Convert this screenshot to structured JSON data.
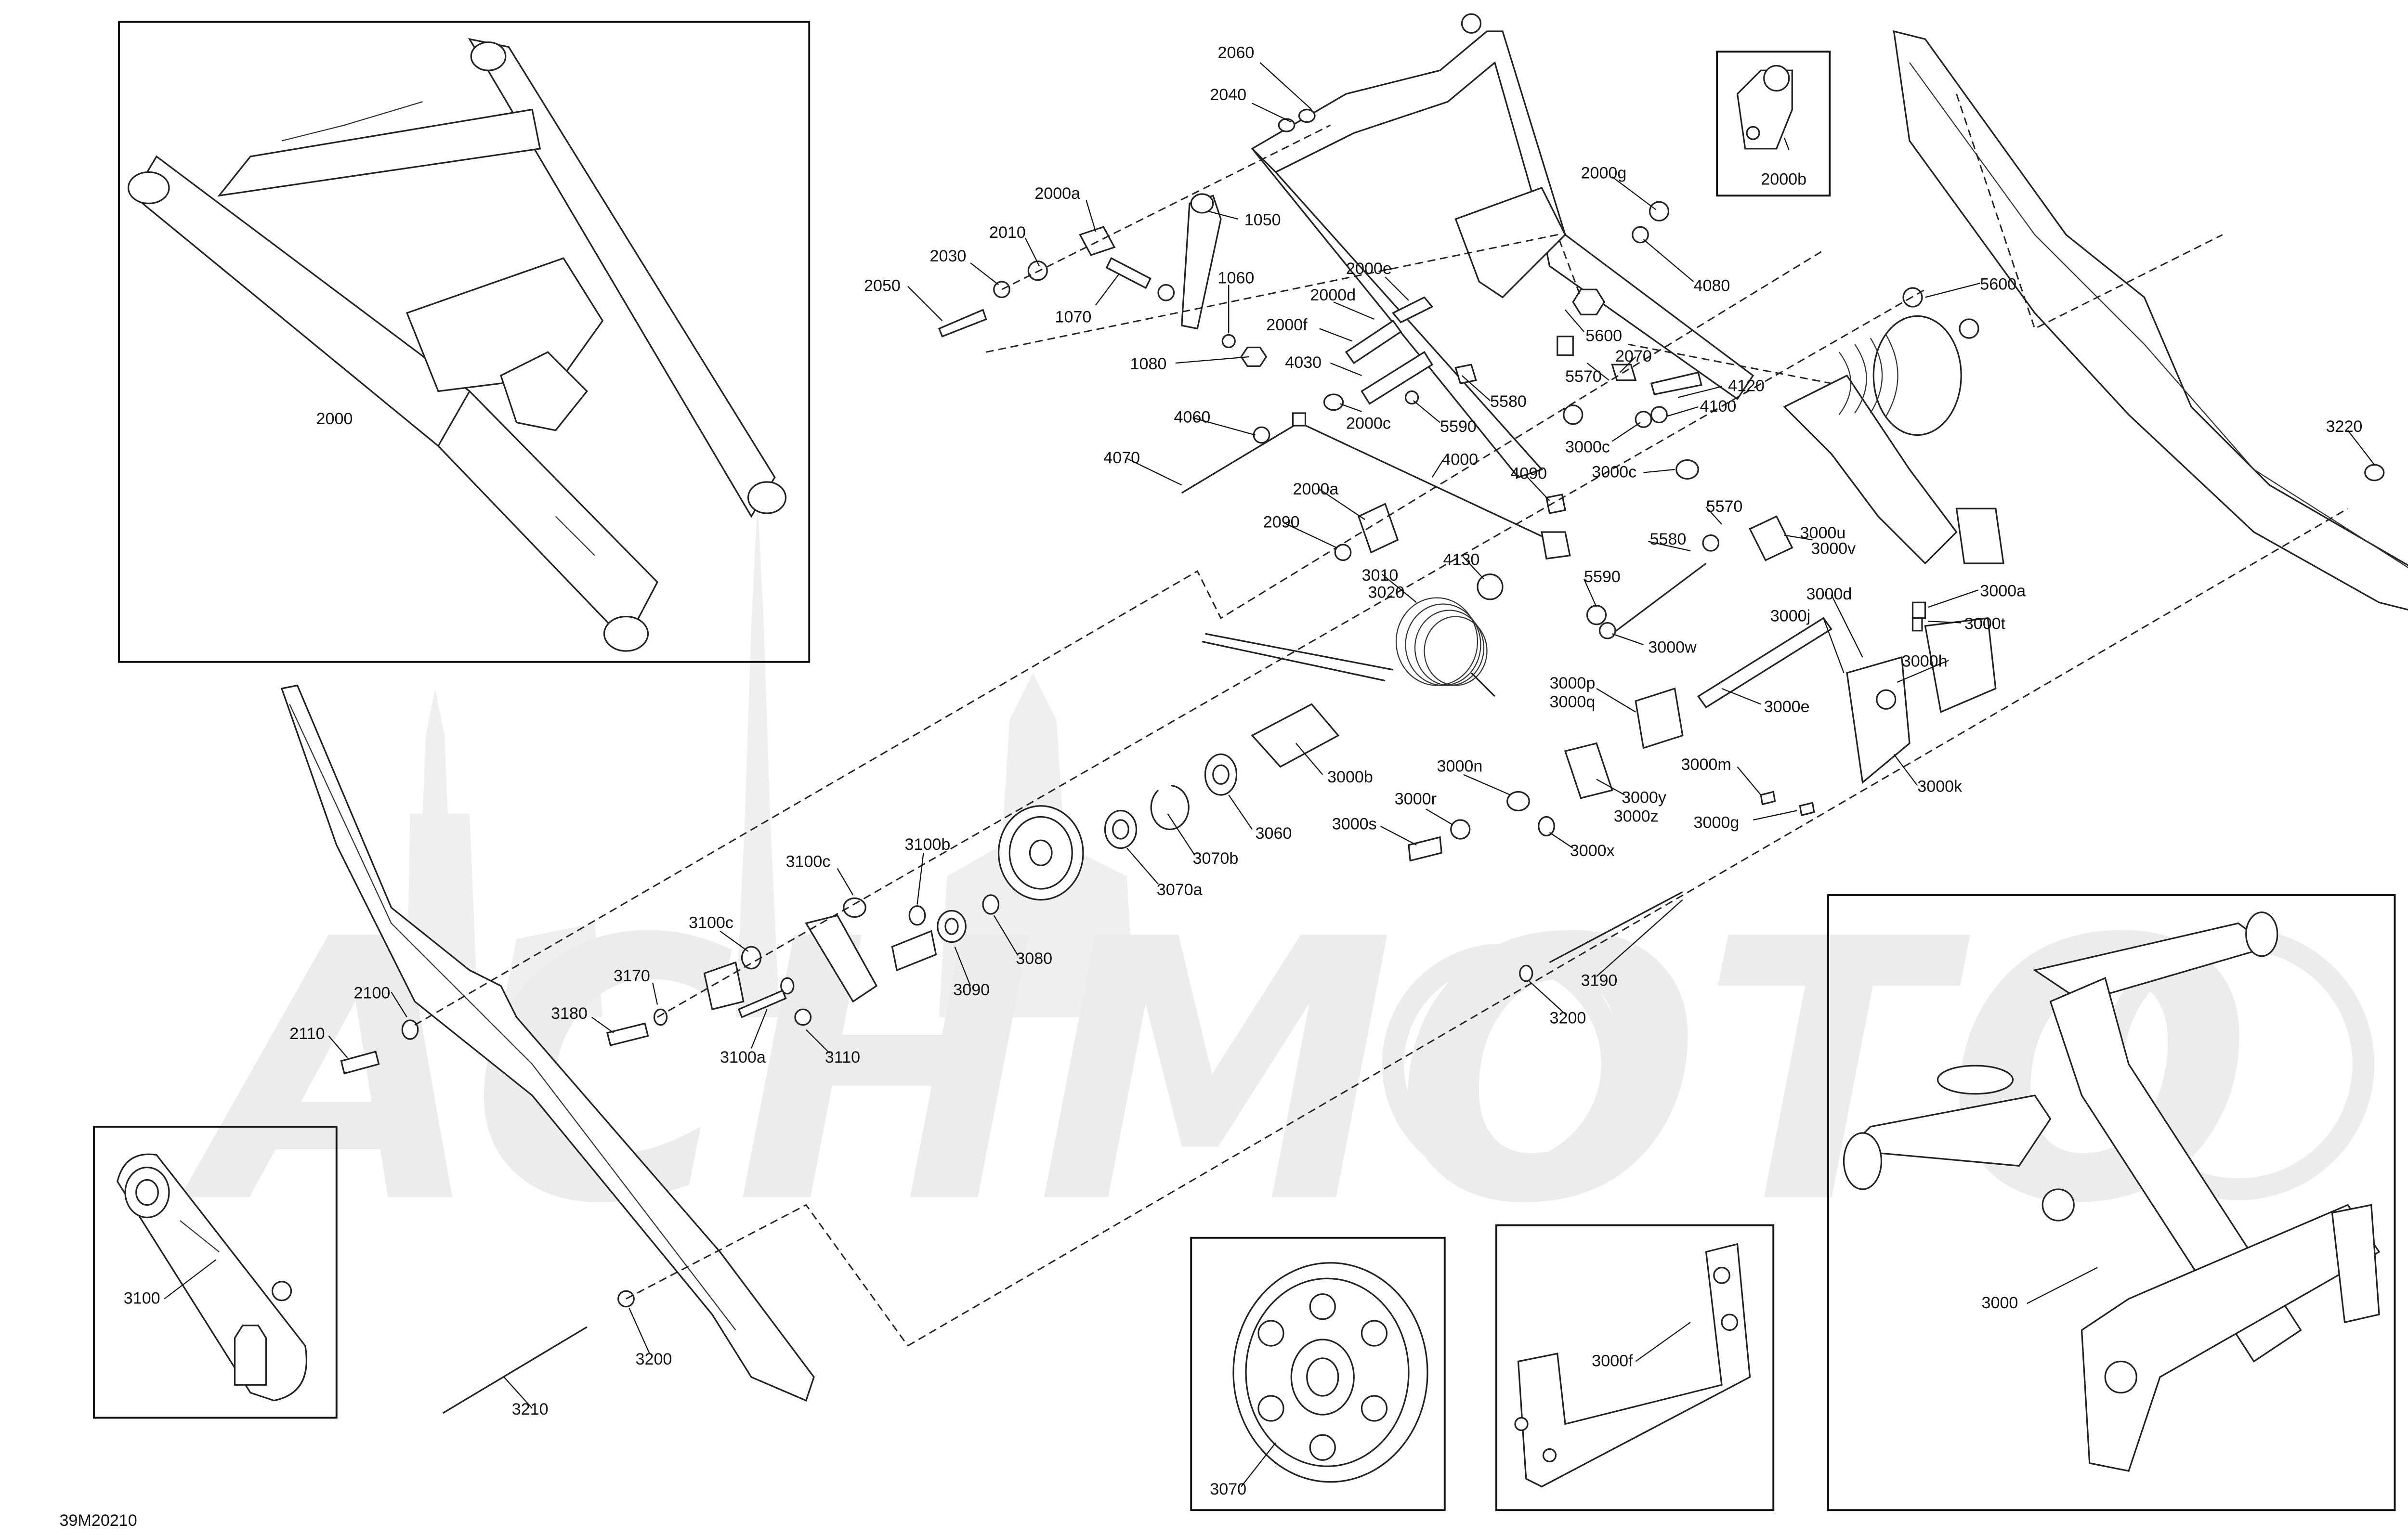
{
  "drawing_ref": "39M20210",
  "watermark": "ACHMOTO",
  "callouts": [
    {
      "id": "c2000",
      "text": "2000"
    },
    {
      "id": "c2060",
      "text": "2060"
    },
    {
      "id": "c2040",
      "text": "2040"
    },
    {
      "id": "c2000a_top",
      "text": "2000a"
    },
    {
      "id": "c1050",
      "text": "1050"
    },
    {
      "id": "c2010",
      "text": "2010"
    },
    {
      "id": "c2030",
      "text": "2030"
    },
    {
      "id": "c2050",
      "text": "2050"
    },
    {
      "id": "c1070",
      "text": "1070"
    },
    {
      "id": "c1060",
      "text": "1060"
    },
    {
      "id": "c1080",
      "text": "1080"
    },
    {
      "id": "c2000e",
      "text": "2000e"
    },
    {
      "id": "c2000d",
      "text": "2000d"
    },
    {
      "id": "c2000f",
      "text": "2000f"
    },
    {
      "id": "c4030",
      "text": "4030"
    },
    {
      "id": "c2000c",
      "text": "2000c"
    },
    {
      "id": "c5590_top",
      "text": "5590"
    },
    {
      "id": "c5580_top",
      "text": "5580"
    },
    {
      "id": "c2000g",
      "text": "2000g"
    },
    {
      "id": "c4080",
      "text": "4080"
    },
    {
      "id": "c5600_mid",
      "text": "5600"
    },
    {
      "id": "c5570_top",
      "text": "5570"
    },
    {
      "id": "c2070",
      "text": "2070"
    },
    {
      "id": "c4120",
      "text": "4120"
    },
    {
      "id": "c4100",
      "text": "4100"
    },
    {
      "id": "c3000c_a",
      "text": "3000c"
    },
    {
      "id": "c3000c_b",
      "text": "3000c"
    },
    {
      "id": "c5600_right",
      "text": "5600"
    },
    {
      "id": "c2000b",
      "text": "2000b"
    },
    {
      "id": "c3220",
      "text": "3220"
    },
    {
      "id": "c4060",
      "text": "4060"
    },
    {
      "id": "c4070",
      "text": "4070"
    },
    {
      "id": "c4000",
      "text": "4000"
    },
    {
      "id": "c4090",
      "text": "4090"
    },
    {
      "id": "c2000a_mid",
      "text": "2000a"
    },
    {
      "id": "c2090",
      "text": "2090"
    },
    {
      "id": "c3010",
      "text": "3010"
    },
    {
      "id": "c3020",
      "text": "3020"
    },
    {
      "id": "c4130",
      "text": "4130"
    },
    {
      "id": "c5570_mid",
      "text": "5570"
    },
    {
      "id": "c3000u",
      "text": "3000u"
    },
    {
      "id": "c3000v",
      "text": "3000v"
    },
    {
      "id": "c5580_mid",
      "text": "5580"
    },
    {
      "id": "c5590_mid",
      "text": "5590"
    },
    {
      "id": "c3000w",
      "text": "3000w"
    },
    {
      "id": "c3000d",
      "text": "3000d"
    },
    {
      "id": "c3000j",
      "text": "3000j"
    },
    {
      "id": "c3000a",
      "text": "3000a"
    },
    {
      "id": "c3000t",
      "text": "3000t"
    },
    {
      "id": "c3000h",
      "text": "3000h"
    },
    {
      "id": "c3000p",
      "text": "3000p"
    },
    {
      "id": "c3000q",
      "text": "3000q"
    },
    {
      "id": "c3000e",
      "text": "3000e"
    },
    {
      "id": "c3000b",
      "text": "3000b"
    },
    {
      "id": "c3000n",
      "text": "3000n"
    },
    {
      "id": "c3000m",
      "text": "3000m"
    },
    {
      "id": "c3000k",
      "text": "3000k"
    },
    {
      "id": "c3000r",
      "text": "3000r"
    },
    {
      "id": "c3000y",
      "text": "3000y"
    },
    {
      "id": "c3000z",
      "text": "3000z"
    },
    {
      "id": "c3000g",
      "text": "3000g"
    },
    {
      "id": "c3000s",
      "text": "3000s"
    },
    {
      "id": "c3000x",
      "text": "3000x"
    },
    {
      "id": "c3060",
      "text": "3060"
    },
    {
      "id": "c3070b",
      "text": "3070b"
    },
    {
      "id": "c3070a",
      "text": "3070a"
    },
    {
      "id": "c3100c_a",
      "text": "3100c"
    },
    {
      "id": "c3100b",
      "text": "3100b"
    },
    {
      "id": "c3100c_b",
      "text": "3100c"
    },
    {
      "id": "c3080",
      "text": "3080"
    },
    {
      "id": "c3090",
      "text": "3090"
    },
    {
      "id": "c2100",
      "text": "2100"
    },
    {
      "id": "c3170",
      "text": "3170"
    },
    {
      "id": "c3180",
      "text": "3180"
    },
    {
      "id": "c2110",
      "text": "2110"
    },
    {
      "id": "c3100a",
      "text": "3100a"
    },
    {
      "id": "c3110",
      "text": "3110"
    },
    {
      "id": "c3190",
      "text": "3190"
    },
    {
      "id": "c3200_mid",
      "text": "3200"
    },
    {
      "id": "c3100",
      "text": "3100"
    },
    {
      "id": "c3200_low",
      "text": "3200"
    },
    {
      "id": "c3210",
      "text": "3210"
    },
    {
      "id": "c3070",
      "text": "3070"
    },
    {
      "id": "c3000f",
      "text": "3000f"
    },
    {
      "id": "c3000",
      "text": "3000"
    }
  ]
}
